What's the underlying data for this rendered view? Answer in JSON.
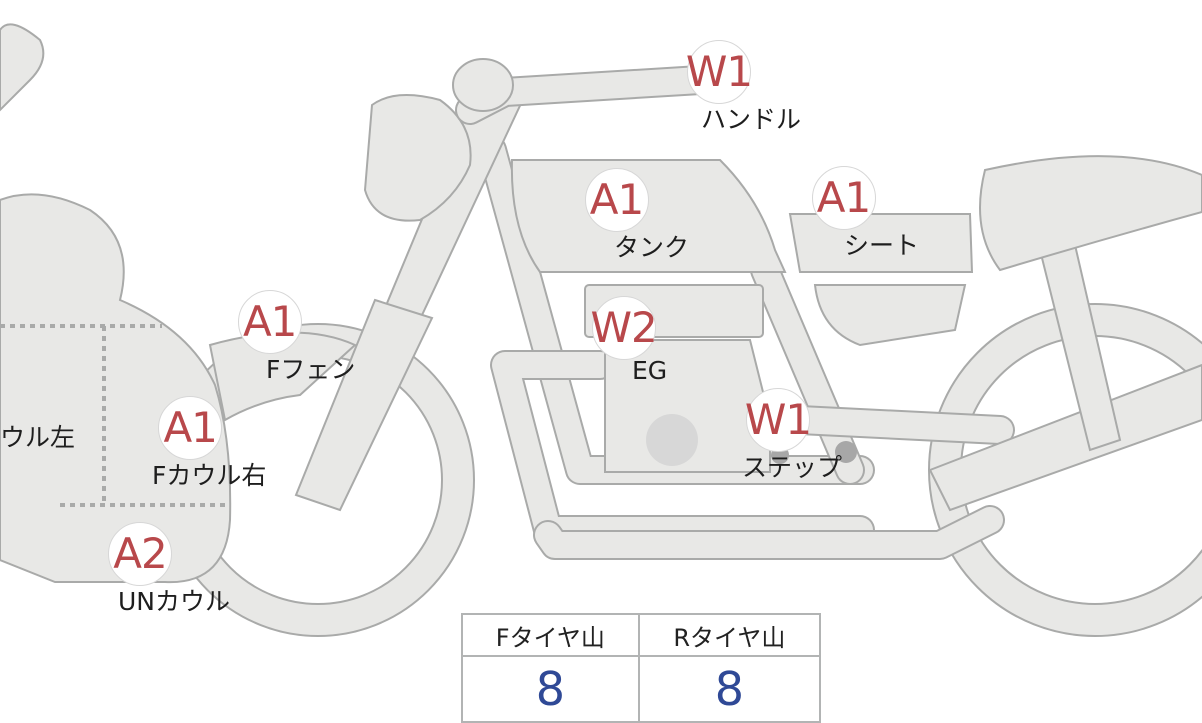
{
  "parts": [
    {
      "id": "handle",
      "grade": "W1",
      "label": "ハンドル"
    },
    {
      "id": "tank",
      "grade": "A1",
      "label": "タンク"
    },
    {
      "id": "seat",
      "grade": "A1",
      "label": "シート"
    },
    {
      "id": "f-fender",
      "grade": "A1",
      "label": "Fフェン"
    },
    {
      "id": "engine",
      "grade": "W2",
      "label": "EG"
    },
    {
      "id": "step",
      "grade": "W1",
      "label": "ステップ"
    },
    {
      "id": "f-cowl-right",
      "grade": "A1",
      "label": "Fカウル右"
    },
    {
      "id": "f-cowl-left",
      "grade": "",
      "label": "ウル左"
    },
    {
      "id": "under-cowl",
      "grade": "A2",
      "label": "UNカウル"
    }
  ],
  "tire_tread": {
    "front_header": "Fタイヤ山",
    "rear_header": "Rタイヤ山",
    "front_value": "8",
    "rear_value": "8"
  },
  "colors": {
    "grade_text": "#b8484b",
    "tread_value": "#2f4996",
    "part_fill": "#e8e8e6",
    "part_outline": "#a9aaa9"
  }
}
